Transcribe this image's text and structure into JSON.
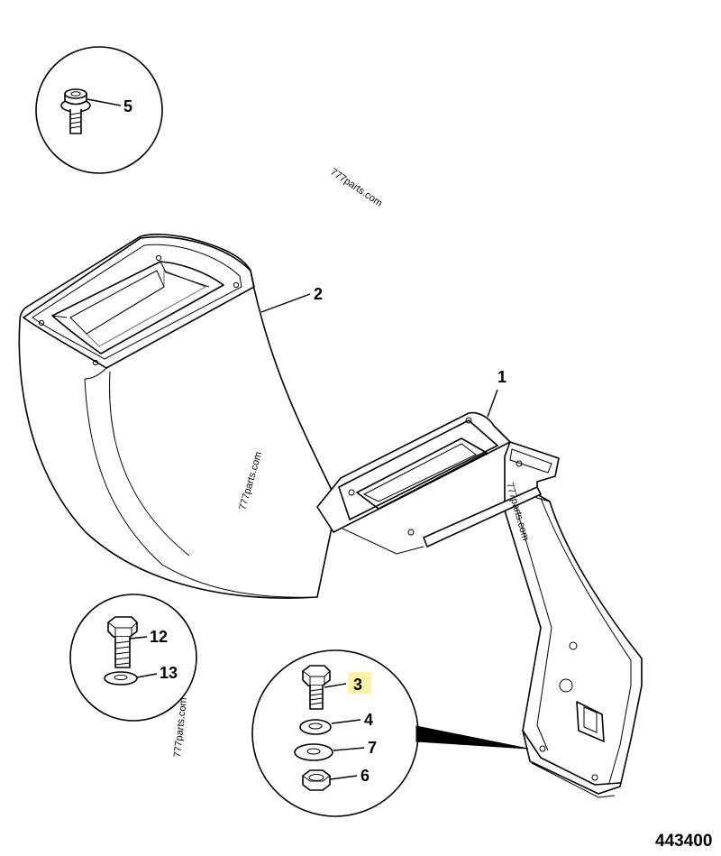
{
  "callouts": {
    "c1": "1",
    "c2": "2",
    "c3": "3",
    "c4": "4",
    "c5": "5",
    "c6": "6",
    "c7": "7",
    "c12": "12",
    "c13": "13"
  },
  "highlight_color": "#fff2a8",
  "watermark": "777parts.com",
  "drawing_number": "443400"
}
